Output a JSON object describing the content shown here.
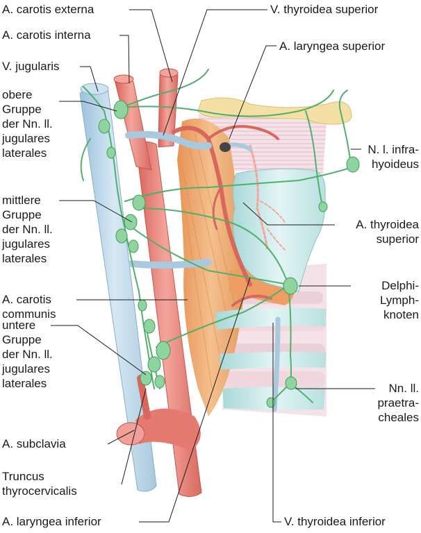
{
  "labels": {
    "carotis_externa": "A. carotis externa",
    "carotis_interna": "A. carotis interna",
    "v_jugularis": "V. jugularis",
    "obere_gruppe": [
      "obere",
      "Gruppe",
      "der Nn. ll.",
      "jugulares",
      "laterales"
    ],
    "mittlere_gruppe": [
      "mittlere",
      "Gruppe",
      "der Nn. ll.",
      "jugulares",
      "laterales"
    ],
    "carotis_communis": [
      "A. carotis",
      "communis"
    ],
    "untere_gruppe": [
      "untere",
      "Gruppe",
      "der Nn. ll.",
      "jugulares",
      "laterales"
    ],
    "subclavia": "A. subclavia",
    "truncus": [
      "Truncus",
      "thyrocervicalis"
    ],
    "laryngea_inferior": "A. laryngea inferior",
    "v_thyroidea_superior": "V. thyroidea superior",
    "laryngea_superior": "A. laryngea superior",
    "infrahyoideus": [
      "N. l. infra-",
      "hyoideus"
    ],
    "thyroidea_superior": [
      "A. thyroidea",
      "superior"
    ],
    "delphi": [
      "Delphi-",
      "Lymph-",
      "knoten"
    ],
    "praetracheales": [
      "Nn. ll.",
      "praetra-",
      "cheales"
    ],
    "v_thyroidea_inferior": "V. thyroidea inferior"
  },
  "colors": {
    "artery": "#e8827a",
    "vein": "#bcd8ea",
    "lymph": "#5fbf7a",
    "muscle": "#eba36a",
    "cartilage": "#cdeaea",
    "hyoid": "#f3dca0",
    "trachea": "#f2dbe2"
  }
}
